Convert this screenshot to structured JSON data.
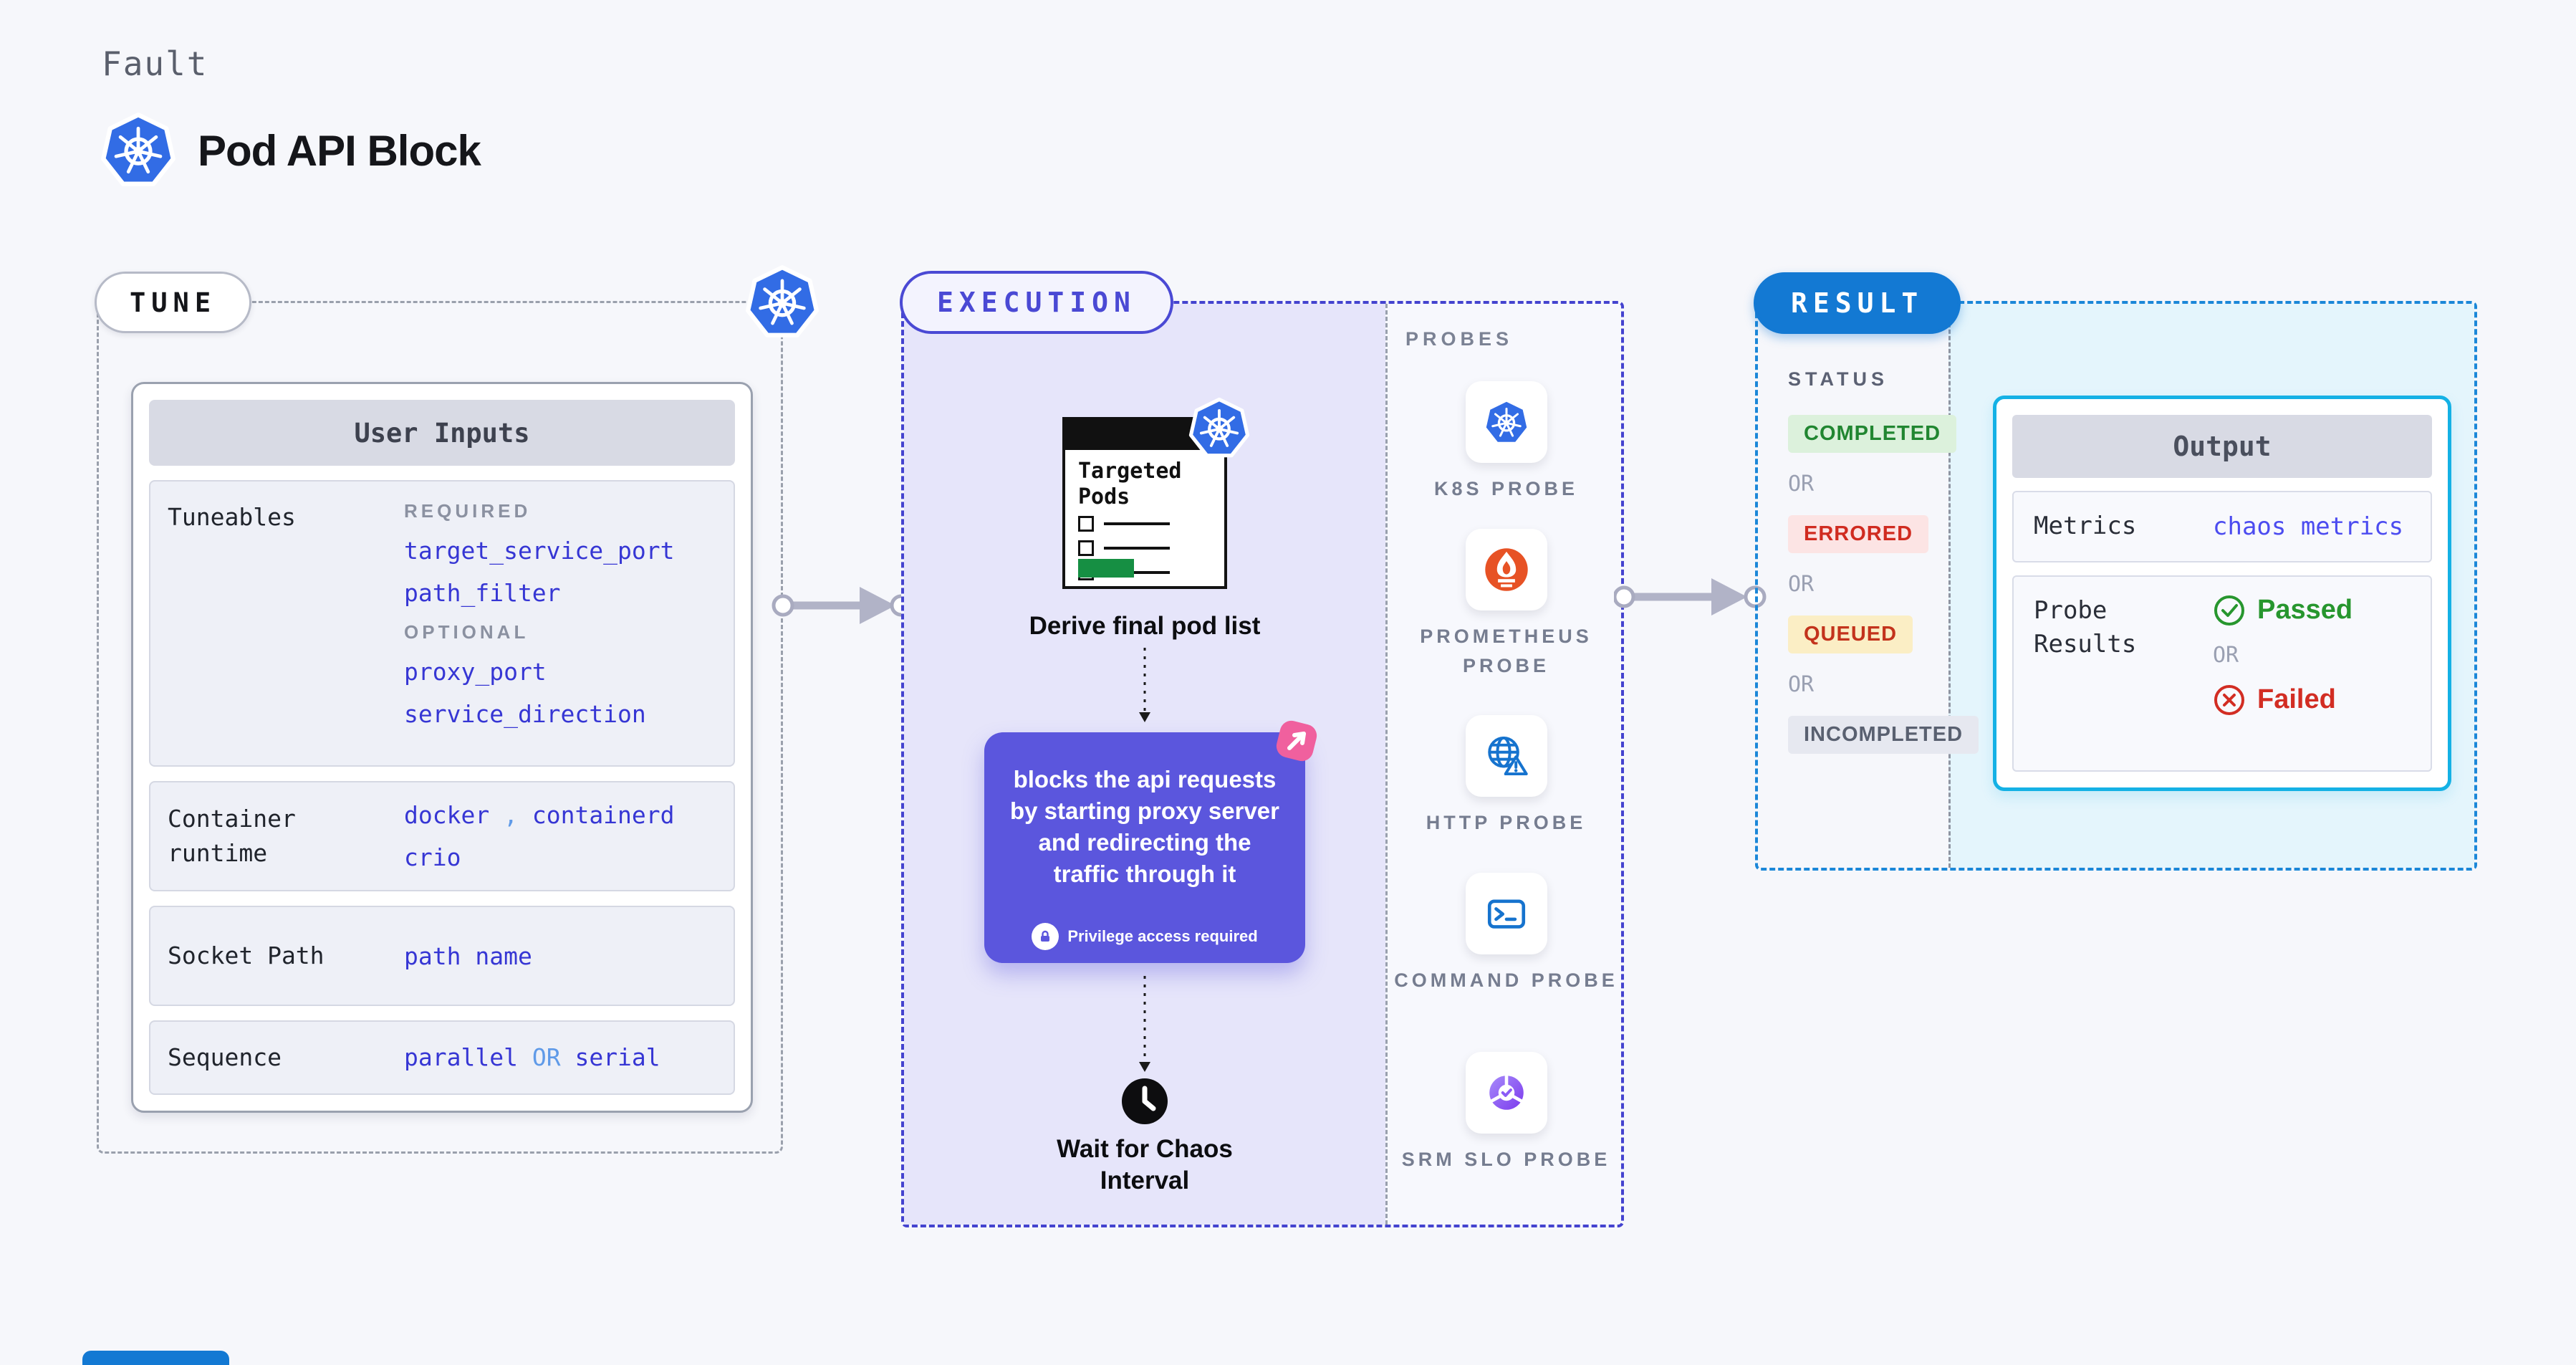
{
  "header": {
    "eyebrow": "Fault",
    "title": "Pod API Block"
  },
  "tune": {
    "label": "TUNE",
    "card_header": "User Inputs",
    "tuneables": {
      "label": "Tuneables",
      "required_label": "REQUIRED",
      "required": [
        "target_service_port",
        "path_filter"
      ],
      "optional_label": "OPTIONAL",
      "optional": [
        "proxy_port",
        "service_direction"
      ]
    },
    "runtime": {
      "label": "Container runtime",
      "value1": "docker",
      "separator": ",",
      "value2": "containerd",
      "value3": "crio"
    },
    "socket": {
      "label": "Socket Path",
      "value": "path name"
    },
    "sequence": {
      "label": "Sequence",
      "value_a": "parallel",
      "or": "OR",
      "value_b": "serial"
    }
  },
  "execution": {
    "label": "EXECUTION",
    "targeted_pods_title": "Targeted Pods",
    "step_derive": "Derive final pod list",
    "fault_description": "blocks the api requests by starting proxy server and redirecting the traffic through it",
    "privilege_note": "Privilege access required",
    "step_wait": "Wait for Chaos Interval"
  },
  "probes": {
    "label": "PROBES",
    "items": [
      {
        "name": "K8S PROBE",
        "icon": "kubernetes-icon"
      },
      {
        "name": "PROMETHEUS PROBE",
        "icon": "prometheus-icon"
      },
      {
        "name": "HTTP PROBE",
        "icon": "http-icon"
      },
      {
        "name": "COMMAND PROBE",
        "icon": "command-icon"
      },
      {
        "name": "SRM SLO PROBE",
        "icon": "srm-slo-icon"
      }
    ]
  },
  "result": {
    "label": "RESULT",
    "status_label": "STATUS",
    "or": "OR",
    "statuses": [
      {
        "text": "COMPLETED",
        "bg": "#dcf1dc",
        "fg": "#218631"
      },
      {
        "text": "ERRORED",
        "bg": "#fce4e4",
        "fg": "#d02b20"
      },
      {
        "text": "QUEUED",
        "bg": "#fbeec5",
        "fg": "#c3331c"
      },
      {
        "text": "INCOMPLETED",
        "bg": "#e6e8f0",
        "fg": "#596070"
      }
    ],
    "output": {
      "header": "Output",
      "metrics_label": "Metrics",
      "metrics_value": "chaos metrics",
      "probe_results_label": "Probe Results",
      "passed": "Passed",
      "or": "OR",
      "failed": "Failed"
    }
  },
  "colors": {
    "k8s_blue": "#326CE5",
    "tune_dash": "#9aa0ac",
    "execution_accent": "#4a49d4",
    "result_accent": "#1379d3",
    "output_border_cyan": "#14b1e5",
    "param_blue": "#3636d4",
    "link_blue": "#4c4cf0",
    "fault_card_purple": "#5b56dd",
    "chaos_pink": "#f0609e",
    "passed_green": "#27962e",
    "failed_red": "#d22d23",
    "lavender_bg": "#e6e5fa",
    "cyan_bg": "#e4f5fc",
    "pods_green_bar": "#168f43"
  }
}
